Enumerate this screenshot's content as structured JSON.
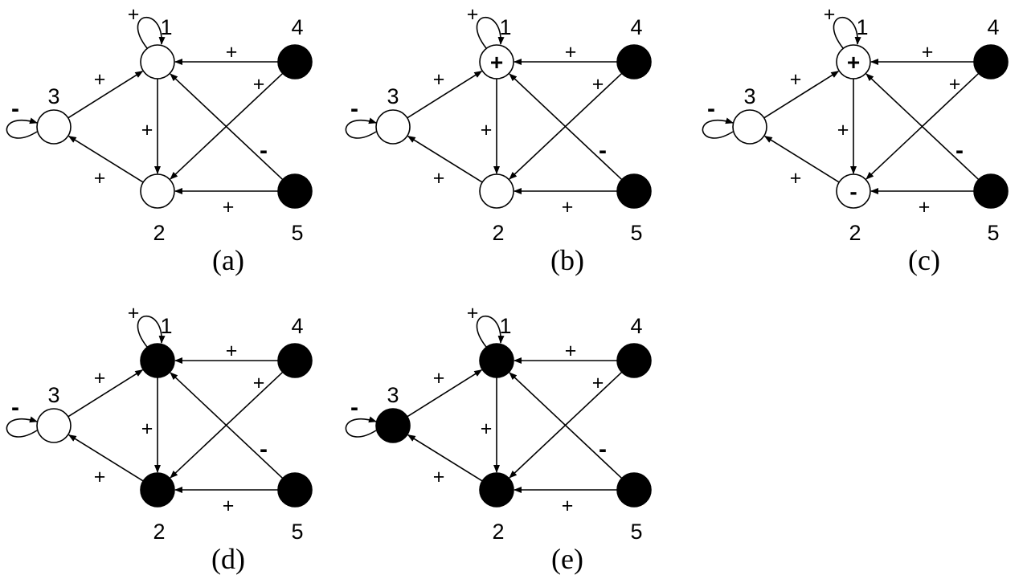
{
  "colors": {
    "active": "#000000",
    "inactive": "#ffffff",
    "stroke": "#000000"
  },
  "node_labels": {
    "n1": "1",
    "n2": "2",
    "n3": "3",
    "n4": "4",
    "n5": "5"
  },
  "edges": [
    {
      "id": "e11",
      "from": "1",
      "to": "1",
      "sign": "+"
    },
    {
      "id": "e31",
      "from": "3",
      "to": "1",
      "sign": "+"
    },
    {
      "id": "e41",
      "from": "4",
      "to": "1",
      "sign": "+"
    },
    {
      "id": "e51",
      "from": "5",
      "to": "1",
      "sign": "-"
    },
    {
      "id": "e12",
      "from": "1",
      "to": "2",
      "sign": "+"
    },
    {
      "id": "e42",
      "from": "4",
      "to": "2",
      "sign": "+"
    },
    {
      "id": "e52",
      "from": "5",
      "to": "2",
      "sign": "+"
    },
    {
      "id": "e23",
      "from": "2",
      "to": "3",
      "sign": "+"
    },
    {
      "id": "e33",
      "from": "3",
      "to": "3",
      "sign": "-"
    }
  ],
  "panels": [
    {
      "id": "a",
      "label": "(a)",
      "active": [
        "4",
        "5"
      ],
      "marks": {}
    },
    {
      "id": "b",
      "label": "(b)",
      "active": [
        "4",
        "5"
      ],
      "marks": {
        "1": "+"
      }
    },
    {
      "id": "c",
      "label": "(c)",
      "active": [
        "4",
        "5"
      ],
      "marks": {
        "1": "+",
        "2": "-"
      }
    },
    {
      "id": "d",
      "label": "(d)",
      "active": [
        "1",
        "2",
        "4",
        "5"
      ],
      "marks": {}
    },
    {
      "id": "e",
      "label": "(e)",
      "active": [
        "1",
        "2",
        "3",
        "4",
        "5"
      ],
      "marks": {}
    }
  ]
}
